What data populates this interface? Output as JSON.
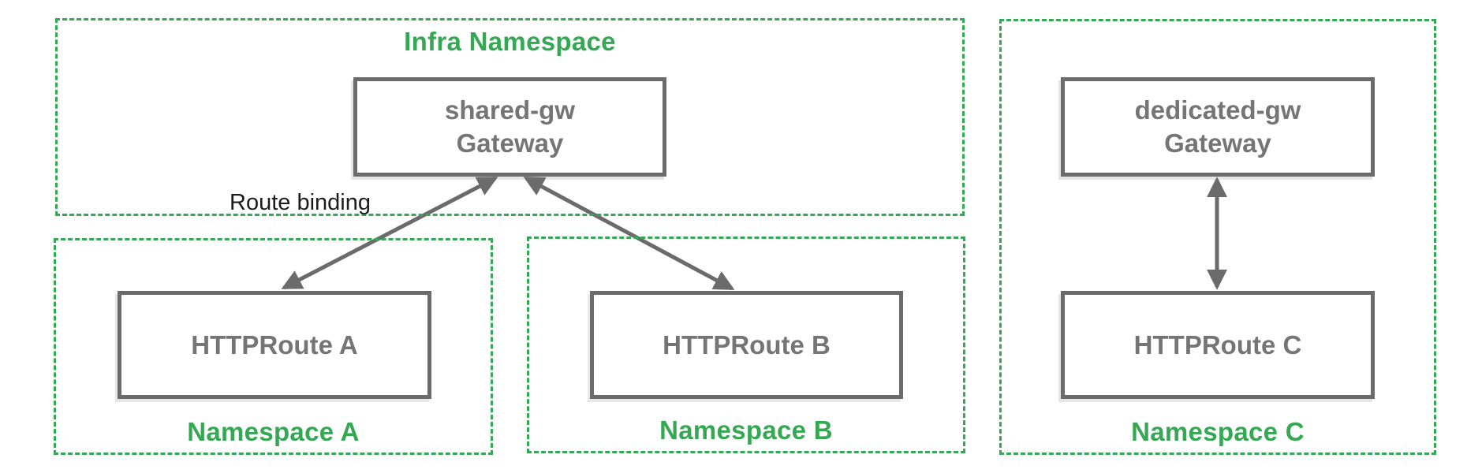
{
  "colors": {
    "namespace_green": "#34A853",
    "node_gray": "#6B6B6B",
    "node_text_gray": "#757575",
    "annotation_black": "#1c1c1c"
  },
  "namespaces": {
    "infra": {
      "label": "Infra Namespace"
    },
    "a": {
      "label": "Namespace A"
    },
    "b": {
      "label": "Namespace B"
    },
    "c": {
      "label": "Namespace C"
    }
  },
  "nodes": {
    "shared_gw": {
      "line1": "shared-gw",
      "line2": "Gateway"
    },
    "dedicated_gw": {
      "line1": "dedicated-gw",
      "line2": "Gateway"
    },
    "route_a": {
      "label": "HTTPRoute A"
    },
    "route_b": {
      "label": "HTTPRoute B"
    },
    "route_c": {
      "label": "HTTPRoute C"
    }
  },
  "annotations": {
    "route_binding": "Route binding"
  }
}
